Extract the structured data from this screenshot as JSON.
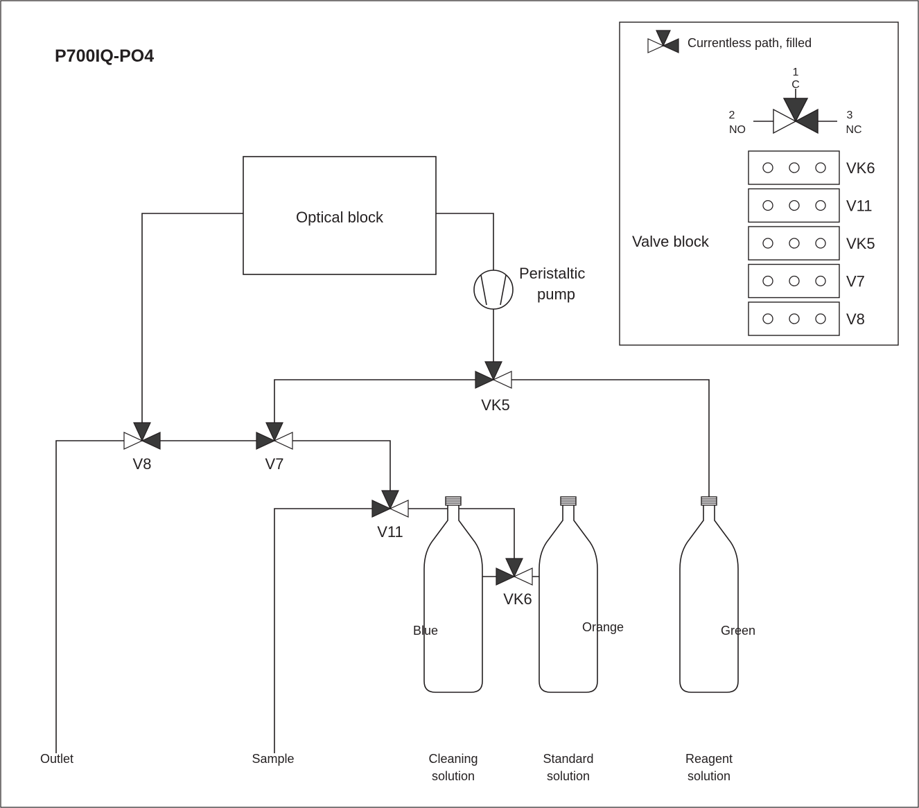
{
  "title": "P700IQ-PO4",
  "optical_block": "Optical block",
  "pump": {
    "line1": "Peristaltic",
    "line2": "pump"
  },
  "valves": {
    "vk5": "VK5",
    "v8": "V8",
    "v7": "V7",
    "v11": "V11",
    "vk6": "VK6"
  },
  "legend": {
    "currentless": "Currentless path, filled",
    "port1_num": "1",
    "port1_label": "C",
    "port2_num": "2",
    "port2_label": "NO",
    "port3_num": "3",
    "port3_label": "NC",
    "valve_block_label": "Valve block",
    "block_rows": [
      "VK6",
      "V11",
      "VK5",
      "V7",
      "V8"
    ]
  },
  "bottles": [
    {
      "cap": "Blue",
      "line1": "Cleaning",
      "line2": "solution",
      "color": "#0095da"
    },
    {
      "cap": "Orange",
      "line1": "Standard",
      "line2": "solution",
      "color": "#f7a84a"
    },
    {
      "cap": "Green",
      "line1": "Reagent",
      "line2": "solution",
      "color": "#00a651"
    }
  ],
  "ends": {
    "outlet": "Outlet",
    "sample": "Sample"
  },
  "colors": {
    "line": "#231f20",
    "fill_dark": "#3a3a3a"
  }
}
